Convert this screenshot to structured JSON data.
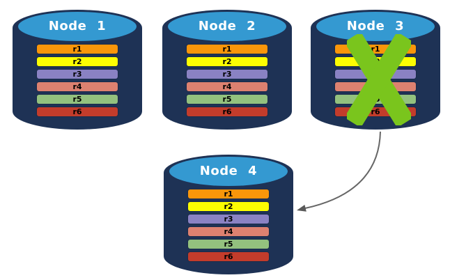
{
  "diagram": {
    "colors": {
      "background": "#FFFFFF",
      "cylinder_body": "#1E3255",
      "cylinder_top": "#3499D1",
      "node_label_text": "#FFFFFF",
      "row_text": "#000000",
      "failure_x": "#7AC51D",
      "arrow_line": "#666666",
      "arrow_head": "#595959"
    },
    "nodes": [
      {
        "label": "Node 1",
        "failed": false,
        "rows": [
          {
            "label": "r1",
            "color": "#F9960A"
          },
          {
            "label": "r2",
            "color": "#FCFE02"
          },
          {
            "label": "r3",
            "color": "#8A82C3"
          },
          {
            "label": "r4",
            "color": "#DD8170"
          },
          {
            "label": "r5",
            "color": "#93C17E"
          },
          {
            "label": "r6",
            "color": "#C33C2B"
          }
        ]
      },
      {
        "label": "Node 2",
        "failed": false,
        "rows": [
          {
            "label": "r1",
            "color": "#F9960A"
          },
          {
            "label": "r2",
            "color": "#FCFE02"
          },
          {
            "label": "r3",
            "color": "#8A82C3"
          },
          {
            "label": "r4",
            "color": "#DD8170"
          },
          {
            "label": "r5",
            "color": "#93C17E"
          },
          {
            "label": "r6",
            "color": "#C33C2B"
          }
        ]
      },
      {
        "label": "Node 3",
        "failed": true,
        "rows": [
          {
            "label": "r1",
            "color": "#F9960A"
          },
          {
            "label": "r2",
            "color": "#FCFE02"
          },
          {
            "label": "r3",
            "color": "#8A82C3"
          },
          {
            "label": "r4",
            "color": "#DD8170"
          },
          {
            "label": "r5",
            "color": "#93C17E"
          },
          {
            "label": "r6",
            "color": "#C33C2B"
          }
        ]
      },
      {
        "label": "Node 4",
        "failed": false,
        "rows": [
          {
            "label": "r1",
            "color": "#F9960A"
          },
          {
            "label": "r2",
            "color": "#FCFE02"
          },
          {
            "label": "r3",
            "color": "#8A82C3"
          },
          {
            "label": "r4",
            "color": "#DD8170"
          },
          {
            "label": "r5",
            "color": "#93C17E"
          },
          {
            "label": "r6",
            "color": "#C33C2B"
          }
        ]
      }
    ],
    "arrow": {
      "from": "Node 3",
      "to": "Node 4"
    }
  }
}
